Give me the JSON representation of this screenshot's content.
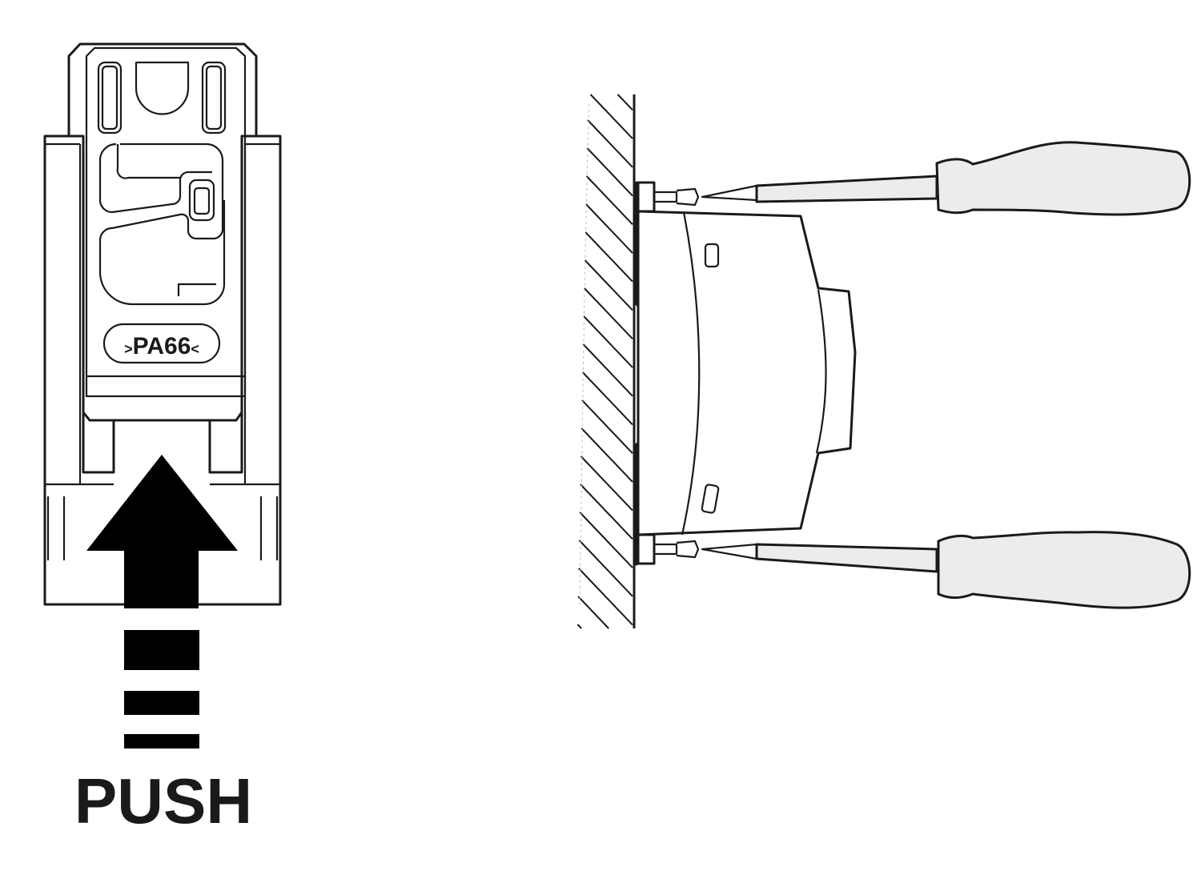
{
  "left_figure": {
    "material_label": "PA66",
    "material_marker_left": ">",
    "material_marker_right": "<",
    "action_label": "PUSH"
  },
  "right_figure": {
    "screwdriver_count": 2
  },
  "colors": {
    "line": "#1a1a1a",
    "handle_fill": "#ececec",
    "background": "#ffffff"
  }
}
